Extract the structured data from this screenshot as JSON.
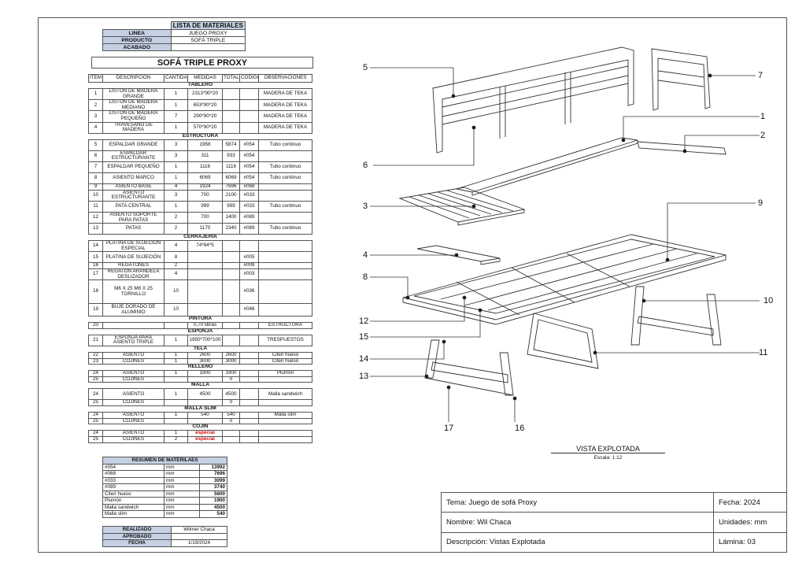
{
  "header": {
    "title": "LISTA DE MATERIALES",
    "rows": [
      {
        "label": "LINEA",
        "value": "JUEGO PROXY"
      },
      {
        "label": "PRODUCTO",
        "value": "SOFÁ TRIPLE"
      },
      {
        "label": "ACABADO",
        "value": ""
      }
    ]
  },
  "main_title": "SOFÁ TRIPLE PROXY",
  "columns": [
    "ITEM",
    "DESCRIPCION",
    "CANTIDAD",
    "MEDIDAS",
    "TOTAL",
    "CODIGO",
    "OBSERVACIONES"
  ],
  "sections": [
    {
      "name": "TABLERO",
      "rows": [
        [
          "1",
          "LISTÓN DE MADERA GRANDE",
          "1",
          "2313*90*20",
          "",
          "",
          "MADERA DE TEKA"
        ],
        [
          "2",
          "LISTÓN DE MADERA MEDIANO",
          "1",
          "653*90*20",
          "",
          "",
          "MADERA DE TEKA"
        ],
        [
          "3",
          "LISTÓN DE MADERA PEQUEÑO",
          "7",
          "290*90*20",
          "",
          "",
          "MADERA DE TEKA"
        ],
        [
          "4",
          "TRAVESAÑO DE MADERA",
          "1",
          "570*90*20",
          "",
          "",
          "MADERA DE TEKA"
        ]
      ]
    },
    {
      "name": "ESTRUCTURA",
      "rows": [
        [
          "5",
          "ESPALDAR GRANDE",
          "3",
          "1958",
          "5874",
          "#054",
          "Tubo continuo"
        ],
        [
          "6",
          "ESPALDAR ESTRUCTURANTE",
          "3",
          "311",
          "933",
          "#054",
          ""
        ],
        [
          "7",
          "ESPALDAR PEQUEÑO",
          "1",
          "1116",
          "1116",
          "#054",
          "Tubo continuo"
        ],
        [
          "8",
          "ASIENTO MARCO",
          "1",
          "6069",
          "6069",
          "#054",
          "Tubo continuo"
        ],
        [
          "9",
          "ASIENTO BASE",
          "4",
          "1924",
          "7696",
          "#068",
          ""
        ],
        [
          "10",
          "ASIENTO ESTRUCTURANTE",
          "3",
          "700",
          "2100",
          "#033",
          ""
        ],
        [
          "11",
          "PATA CENTRAL",
          "1",
          "999",
          "999",
          "#033",
          "Tubo continuo"
        ],
        [
          "12",
          "ASIENTO SOPORTE PARA PATAS",
          "2",
          "700",
          "1400",
          "#089",
          ""
        ],
        [
          "13",
          "PATAS",
          "2",
          "1170",
          "2340",
          "#089",
          "Tubo continuo"
        ]
      ]
    },
    {
      "name": "CERRAJERIA",
      "rows": [
        [
          "14",
          "PLATINA DE SUJECIÓN ESPECIAL",
          "4",
          "74*64*5",
          "",
          "",
          ""
        ],
        [
          "15",
          "PLATINA DE SUJECIÓN",
          "8",
          "",
          "",
          "#005",
          ""
        ],
        [
          "16",
          "REGATONES",
          "2",
          "",
          "",
          "#008",
          ""
        ],
        [
          "17",
          "REGATON ARANDELA DESLIZADOR",
          "4",
          "",
          "",
          "#003",
          ""
        ],
        [
          "18",
          "M6 X 25 M6 X 25 TORNILLO",
          "10",
          "",
          "",
          "#036",
          ""
        ],
        [
          "19",
          "BUJE DORADO DE ALUMINIO",
          "10",
          "",
          "",
          "#046",
          ""
        ]
      ]
    },
    {
      "name": "PINTURA",
      "rows": [
        [
          "20",
          "",
          "",
          "0,70 libras",
          "",
          "",
          "ESTRUCTURA"
        ]
      ]
    },
    {
      "name": "ESPONJA",
      "rows": [
        [
          "21",
          "ESPONJA PARA ASIENTO TRIPLE",
          "1",
          "1950*700*100",
          "",
          "",
          "TRESPUESTOS"
        ]
      ]
    },
    {
      "name": "TELA",
      "rows": [
        [
          "22",
          "ASIENTO",
          "1",
          "2600",
          "2600",
          "",
          "Citeri hueso"
        ],
        [
          "23",
          "COJINES",
          "1",
          "3000",
          "3000",
          "",
          "Citeri hueso"
        ]
      ]
    },
    {
      "name": "RELLENO",
      "rows": [
        [
          "24",
          "ASIENTO",
          "1",
          "1900",
          "1900",
          "",
          "Plumón"
        ],
        [
          "25",
          "COJINES",
          "",
          "",
          "0",
          "",
          ""
        ]
      ]
    },
    {
      "name": "MALLA",
      "rows": [
        [
          "24",
          "ASIENTO",
          "1",
          "4500",
          "4500",
          "",
          "Malla sandwich"
        ],
        [
          "25",
          "COJINES",
          "",
          "",
          "0",
          "",
          ""
        ]
      ]
    },
    {
      "name": "MALLA SLIM",
      "rows": [
        [
          "24",
          "ASIENTO",
          "1",
          "540",
          "540",
          "",
          "Malla slim"
        ],
        [
          "25",
          "COJINES",
          "",
          "",
          "0",
          "",
          ""
        ]
      ]
    },
    {
      "name": "COJÍN",
      "rows": [
        [
          "24",
          "ASIENTO",
          "1",
          "especial",
          "",
          "",
          ""
        ],
        [
          "25",
          "COJINES",
          "2",
          "especial",
          "",
          "",
          ""
        ]
      ]
    }
  ],
  "resumen": {
    "title": "RESUMEN DE MATERILAES",
    "rows": [
      [
        "#054",
        "mm",
        "13992"
      ],
      [
        "#068",
        "mm",
        "7696"
      ],
      [
        "#033",
        "mm",
        "3099"
      ],
      [
        "#089",
        "mm",
        "3740"
      ],
      [
        "Citeri hueso",
        "mm",
        "5600"
      ],
      [
        "Plumón",
        "mm",
        "1900"
      ],
      [
        "Malla sandwich",
        "mm",
        "4500"
      ],
      [
        "Malla slim",
        "mm",
        "540"
      ]
    ]
  },
  "signoff": [
    {
      "label": "REALIZADO",
      "value": "Wilmer Chaca"
    },
    {
      "label": "APROBADO",
      "value": ""
    },
    {
      "label": "FECHA",
      "value": "1/19/2024"
    }
  ],
  "drawing": {
    "callouts": [
      "1",
      "2",
      "3",
      "4",
      "5",
      "6",
      "7",
      "8",
      "9",
      "10",
      "11",
      "12",
      "13",
      "14",
      "15",
      "16",
      "17"
    ],
    "view_title": "VISTA EXPLOTADA",
    "scale": "Escala:  1:12"
  },
  "title_block": {
    "tema": "Tema: Juego de sofá Proxy",
    "fecha": "Fecha: 2024",
    "nombre": "Nombre: Wil Chaca",
    "unidades": "Unidades: mm",
    "descripcion": "Descripción: Vistas Explotada",
    "lamina": "Lámina: 03"
  }
}
